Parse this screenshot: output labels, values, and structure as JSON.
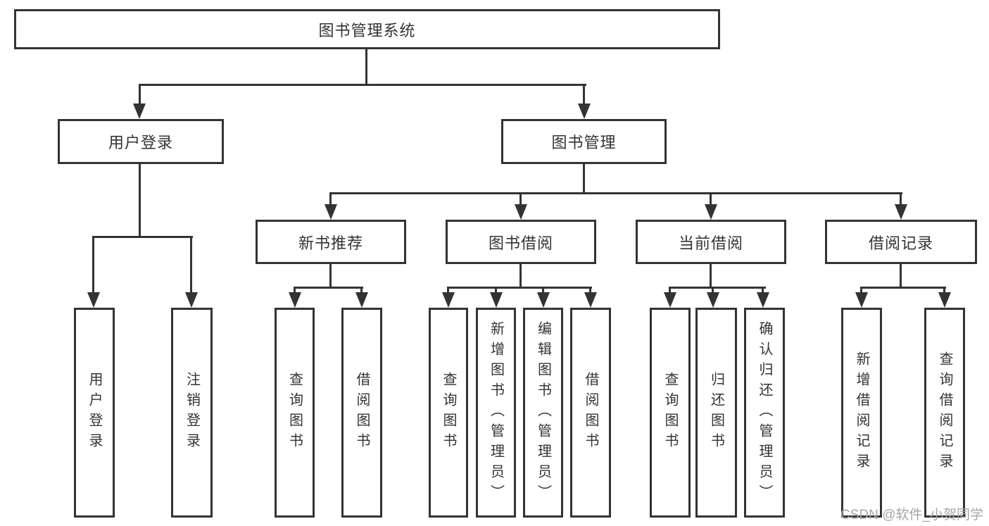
{
  "diagram": {
    "title_node": "图书管理系统",
    "branches": [
      {
        "label": "用户登录",
        "children": [
          {
            "label": "用户登录"
          },
          {
            "label": "注销登录"
          }
        ]
      },
      {
        "label": "图书管理",
        "children": [
          {
            "label": "新书推荐",
            "children": [
              {
                "label": "查询图书"
              },
              {
                "label": "借阅图书"
              }
            ]
          },
          {
            "label": "图书借阅",
            "children": [
              {
                "label": "查询图书"
              },
              {
                "label": "新增图书（管理员）"
              },
              {
                "label": "编辑图书（管理员）"
              },
              {
                "label": "借阅图书"
              }
            ]
          },
          {
            "label": "当前借阅",
            "children": [
              {
                "label": "查询图书"
              },
              {
                "label": "归还图书"
              },
              {
                "label": "确认归还（管理员）"
              }
            ]
          },
          {
            "label": "借阅记录",
            "children": [
              {
                "label": "新增借阅记录"
              },
              {
                "label": "查询借阅记录"
              }
            ]
          }
        ]
      }
    ]
  },
  "watermark": {
    "text": "CSDN @软件_小贺同学"
  },
  "colors": {
    "line": "#333333",
    "text": "#333333",
    "background": "#ffffff",
    "watermark": "#a6a6a6"
  }
}
